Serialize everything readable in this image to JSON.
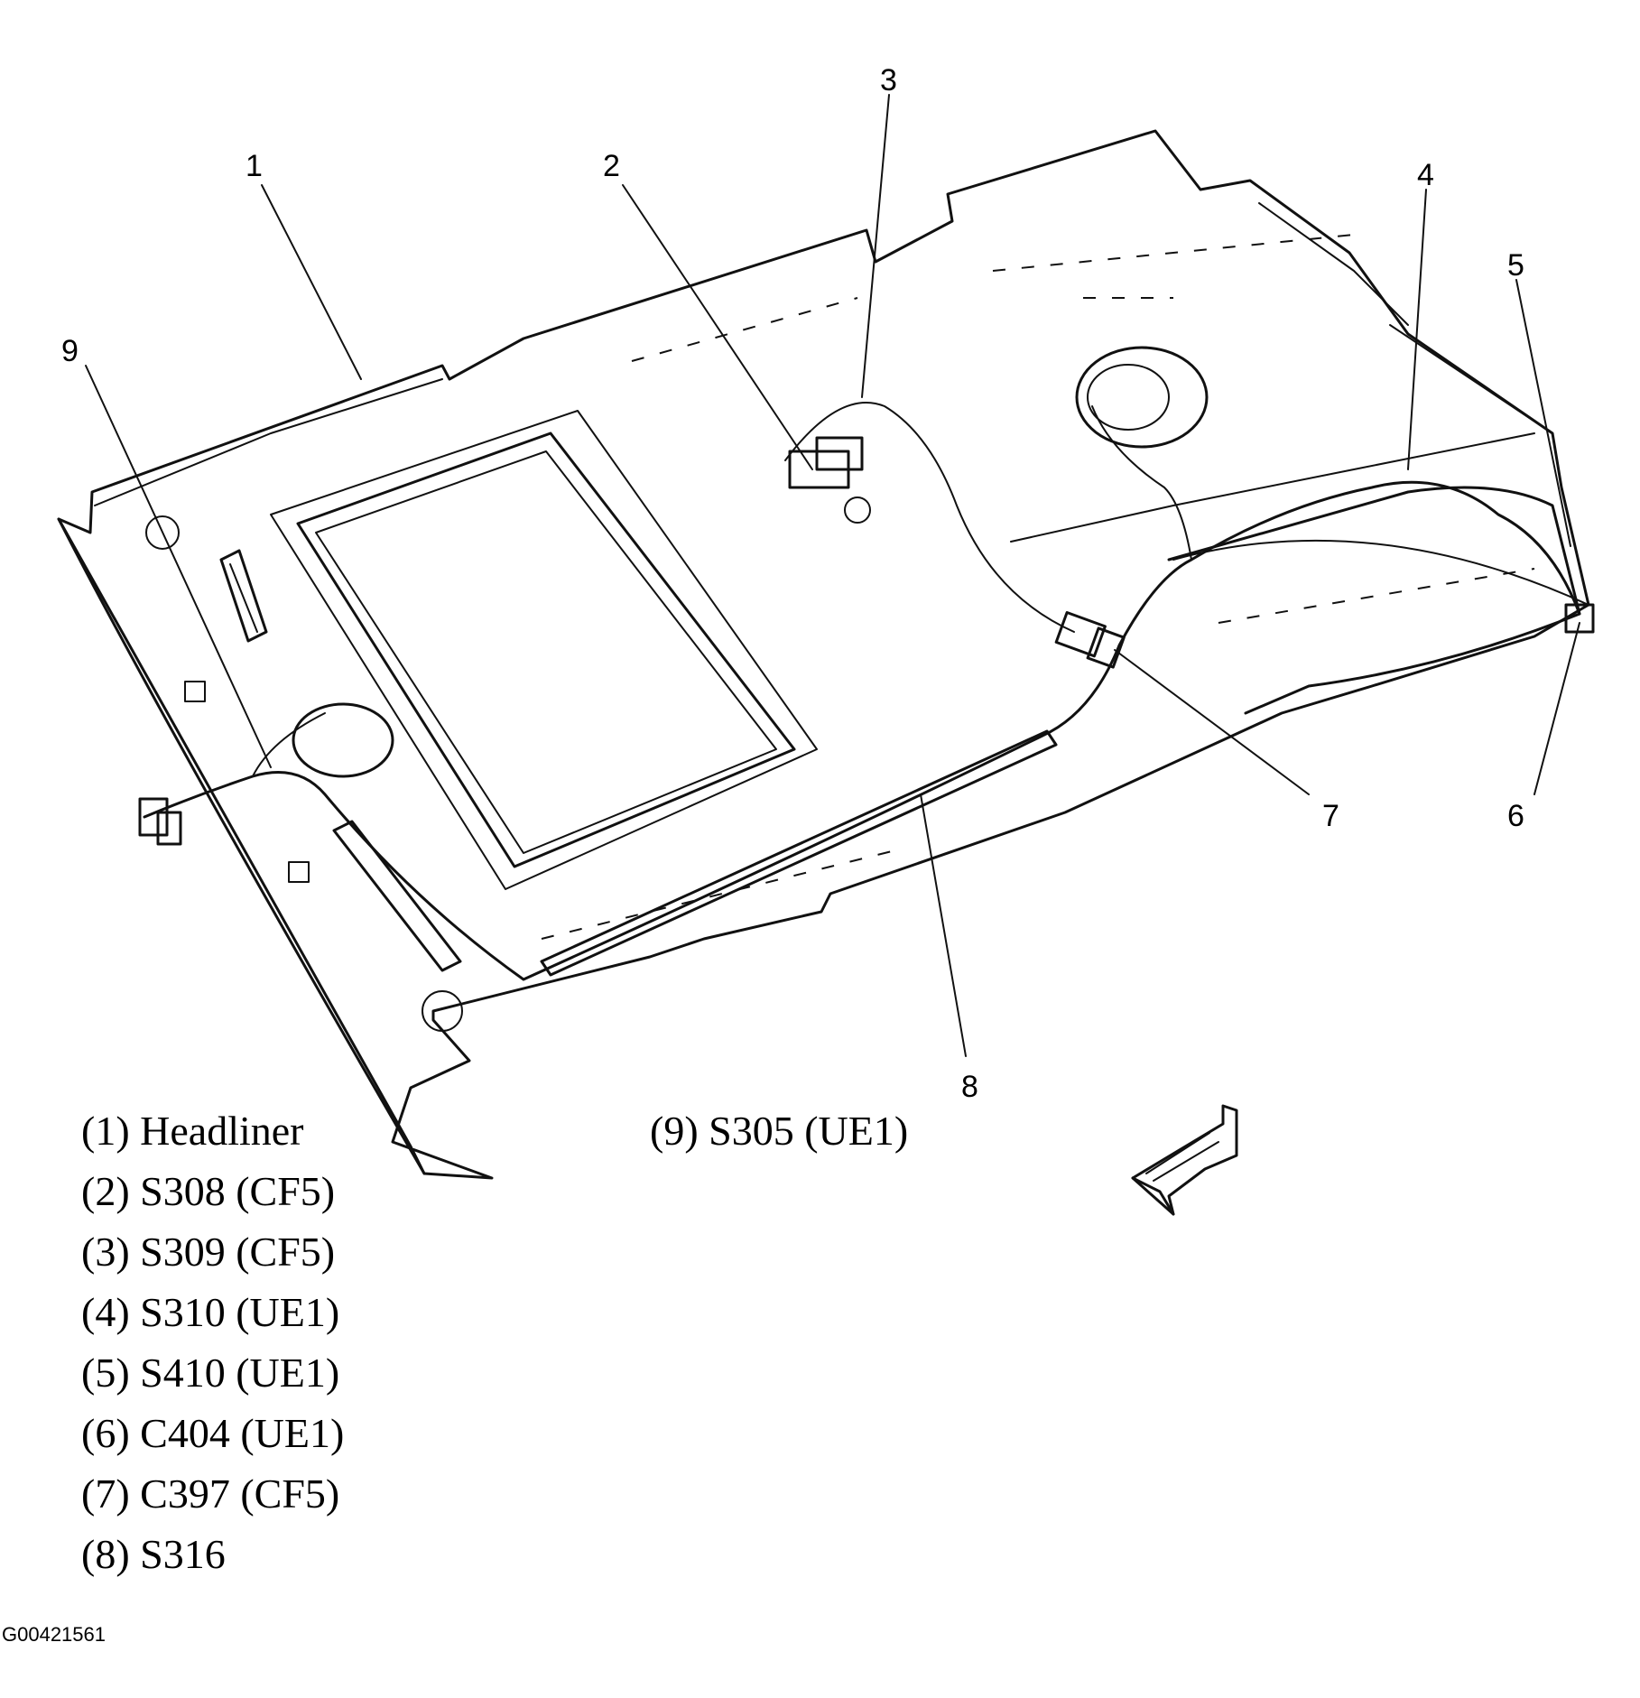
{
  "callouts": [
    "1",
    "2",
    "3",
    "4",
    "5",
    "6",
    "7",
    "8",
    "9"
  ],
  "legend": [
    "(1) Headliner",
    "(2) S308 (CF5)",
    "(3) S309 (CF5)",
    "(4) S310 (UE1)",
    "(5) S410 (UE1)",
    "(6) C404 (UE1)",
    "(7) C397 (CF5)",
    "(8) S316",
    "(9) S305 (UE1)"
  ],
  "figure_id": "G00421561",
  "icons": {
    "direction": "front-direction-arrow-icon"
  }
}
